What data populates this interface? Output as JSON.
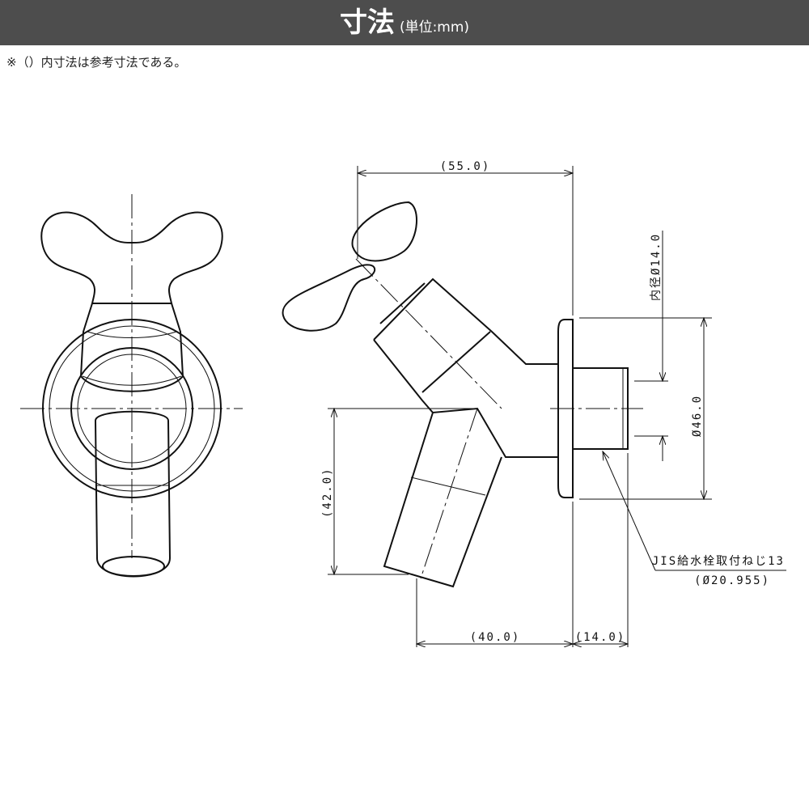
{
  "header": {
    "title": "寸法",
    "unit": "(単位:mm)"
  },
  "note": "※（）内寸法は参考寸法である。",
  "dimensions": {
    "top_width": "(55.0)",
    "inner_diameter": "内径Ø14.0",
    "flange_diameter": "Ø46.0",
    "spout_height": "(42.0)",
    "spout_offset": "(40.0)",
    "thread_length": "(14.0)",
    "thread_label": "JIS給水栓取付ねじ13",
    "thread_diameter": "(Ø20.955)"
  },
  "colors": {
    "header_bg": "#4d4d4d",
    "line": "#111111"
  }
}
